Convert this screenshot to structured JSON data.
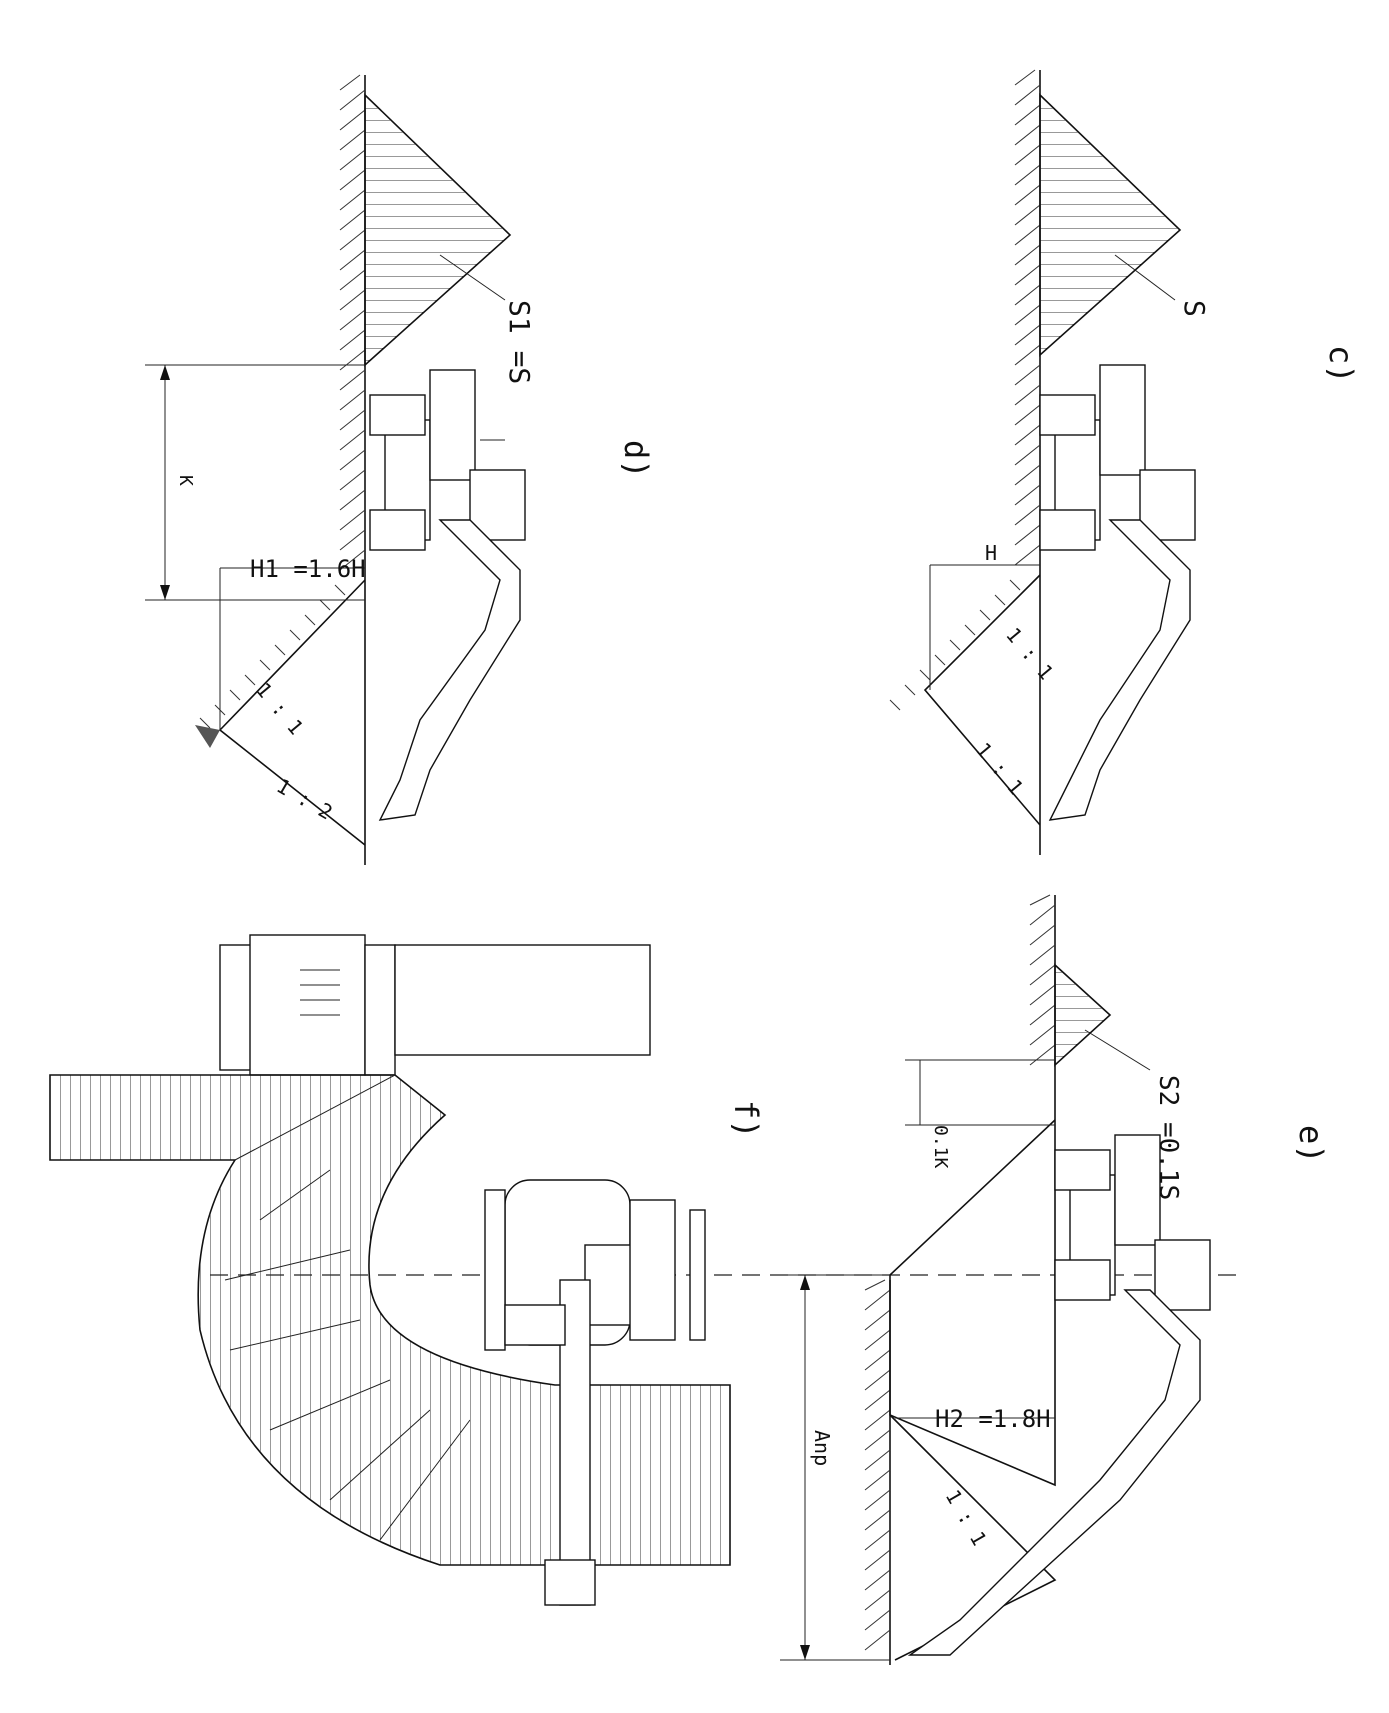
{
  "panels": {
    "c": {
      "label": "c)",
      "spoil_label": "S",
      "depth_label": "H",
      "slope_upper": "1 : 1",
      "slope_lower": "1 : 1"
    },
    "d": {
      "label": "d)",
      "spoil_label": "S1 =S",
      "depth_label": "H1 =1.6H",
      "reach_label": "K",
      "slope_upper": "1 : 1",
      "slope_lower": "1 : 2"
    },
    "e": {
      "label": "e)",
      "spoil_label": "S2 =0.1S",
      "offset_label": "0.1K",
      "depth_label": "H2 =1.8H",
      "reach_label": "Anp",
      "slope": "1 : 1"
    },
    "f": {
      "label": "f)"
    }
  }
}
